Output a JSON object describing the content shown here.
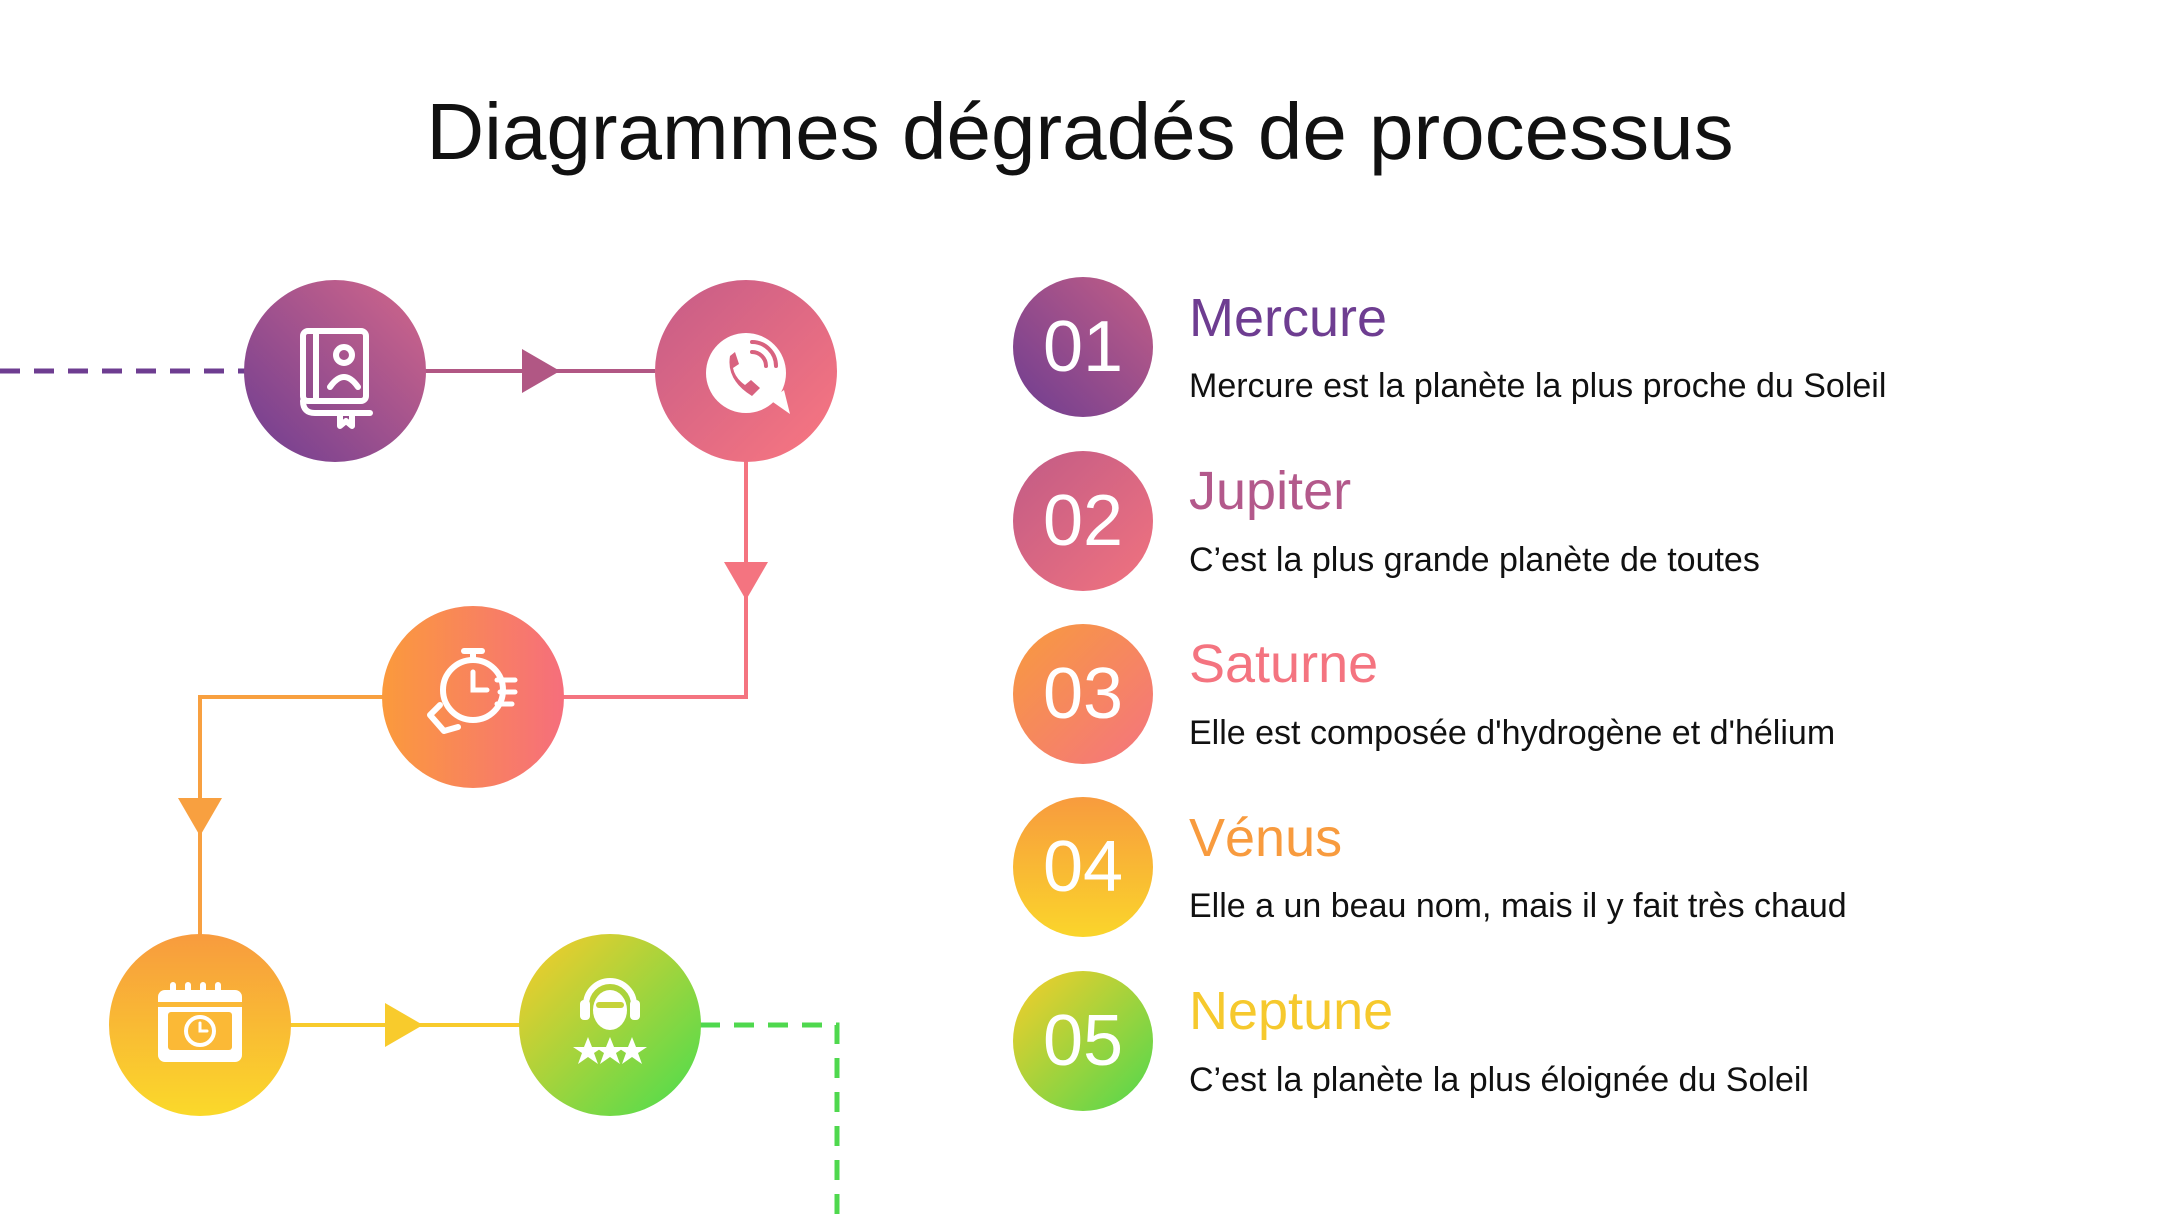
{
  "title": "Diagrammes dégradés de processus",
  "colors": {
    "purple": "#6e3d91",
    "rose": "#c15b86",
    "coral": "#f47480",
    "orange": "#f89b3e",
    "yellow": "#f8cd2a",
    "green": "#4fd84e"
  },
  "flow_icons": [
    "contact-book-icon",
    "phone-call-icon",
    "fast-time-icon",
    "calendar-clock-icon",
    "support-rating-icon"
  ],
  "steps": [
    {
      "number": "01",
      "title": "Mercure",
      "description": "Mercure est la planète la plus proche du Soleil"
    },
    {
      "number": "02",
      "title": "Jupiter",
      "description": "C’est la plus grande planète de toutes"
    },
    {
      "number": "03",
      "title": "Saturne",
      "description": "Elle est composée d'hydrogène et d'hélium"
    },
    {
      "number": "04",
      "title": "Vénus",
      "description": "Elle a un beau nom, mais il y fait très chaud"
    },
    {
      "number": "05",
      "title": "Neptune",
      "description": "C’est la planète la plus éloignée du Soleil"
    }
  ]
}
